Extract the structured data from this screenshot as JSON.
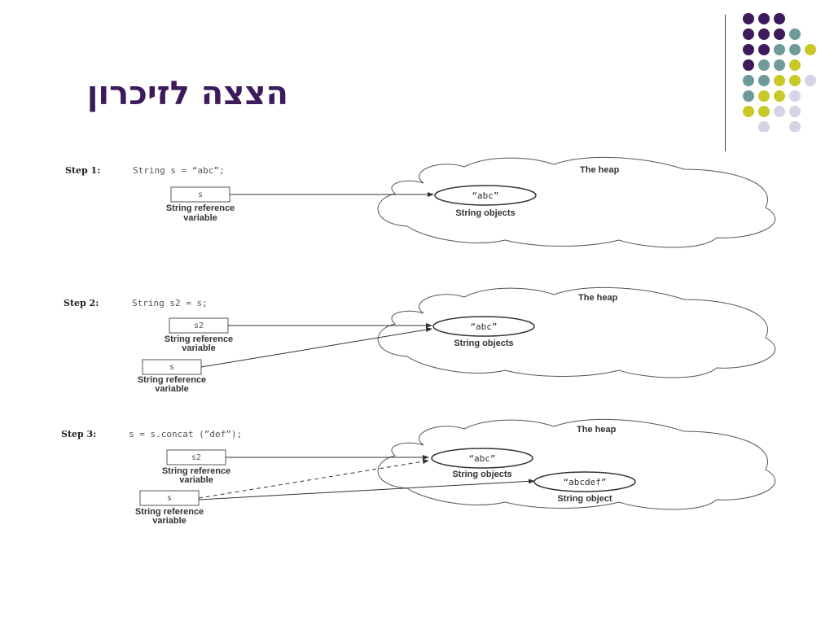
{
  "slide": {
    "title": "הצצה לזיכרון",
    "colors": {
      "title": "#3d1a5c",
      "purple": "#3d1a5c",
      "teal": "#6f9a9a",
      "yellow": "#c9c829",
      "lavender": "#d4d4e4"
    },
    "dot_grid": [
      [
        "purple",
        "purple",
        "purple",
        null,
        null
      ],
      [
        "purple",
        "purple",
        "purple",
        "teal",
        null
      ],
      [
        "purple",
        "purple",
        "teal",
        "teal",
        "yellow"
      ],
      [
        "purple",
        "teal",
        "teal",
        "yellow",
        null
      ],
      [
        "teal",
        "teal",
        "yellow",
        "yellow",
        "lavender"
      ],
      [
        "teal",
        "yellow",
        "yellow",
        "lavender",
        null
      ],
      [
        "yellow",
        "yellow",
        "lavender",
        "lavender",
        null
      ],
      [
        null,
        "lavender",
        null,
        "lavender",
        null
      ]
    ]
  },
  "diagram": {
    "heap_label": "The heap",
    "string_objects": "String objects",
    "string_object": "String object",
    "ref_caption_1": "String reference",
    "ref_caption_2": "variable",
    "steps": [
      {
        "label": "Step 1:",
        "code": "String s = “abc”;",
        "refs": [
          "s"
        ],
        "objects": [
          "“abc”"
        ]
      },
      {
        "label": "Step 2:",
        "code": "String s2 = s;",
        "refs": [
          "s2",
          "s"
        ],
        "objects": [
          "“abc”"
        ]
      },
      {
        "label": "Step 3:",
        "code": "s = s.concat (”def”);",
        "refs": [
          "s2",
          "s"
        ],
        "objects": [
          "“abc”",
          "“abcdef”"
        ]
      }
    ]
  }
}
